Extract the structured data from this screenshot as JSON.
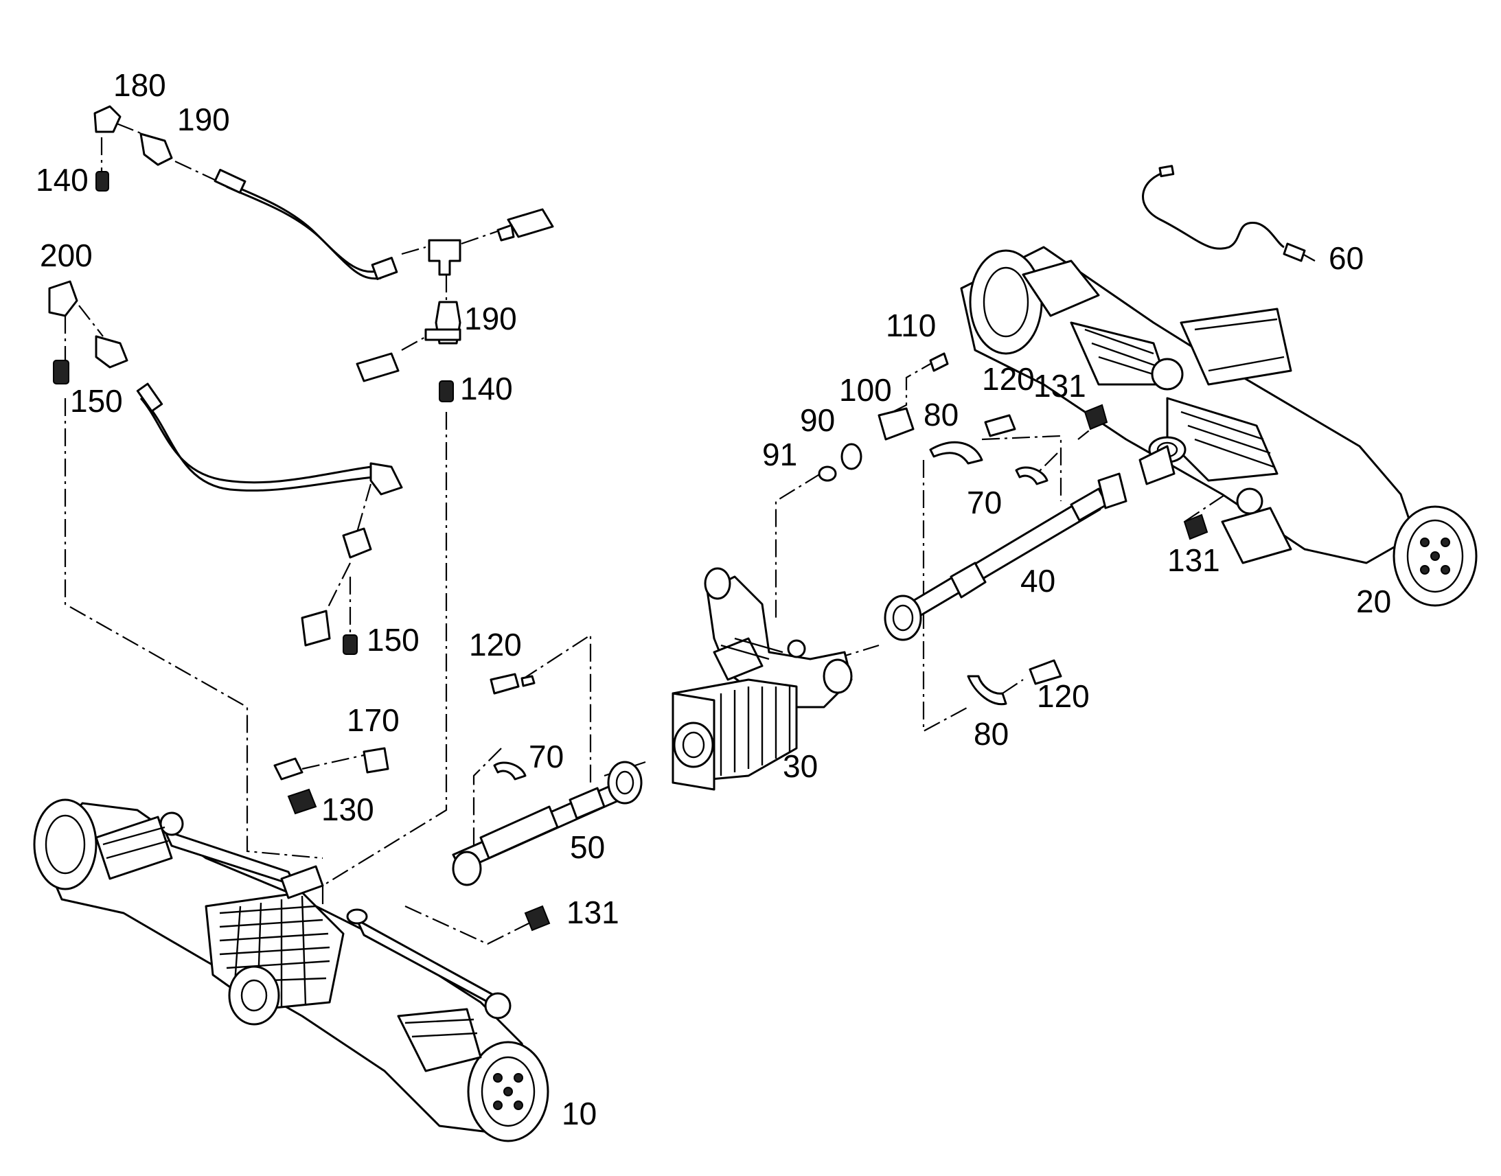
{
  "labels": {
    "l180": "180",
    "l190a": "190",
    "l140a": "140",
    "l200": "200",
    "l150a": "150",
    "l190b": "190",
    "l140b": "140",
    "l150b": "150",
    "l110": "110",
    "l100": "100",
    "l90": "90",
    "l91": "91",
    "l80a": "80",
    "l120a": "120",
    "l131a": "131",
    "l60": "60",
    "l70a": "70",
    "l131b": "131",
    "l40": "40",
    "l20": "20",
    "l120b": "120",
    "l170": "170",
    "l130": "130",
    "l70b": "70",
    "l30": "30",
    "l120c": "120",
    "l80b": "80",
    "l50": "50",
    "l131c": "131",
    "l10": "10"
  }
}
